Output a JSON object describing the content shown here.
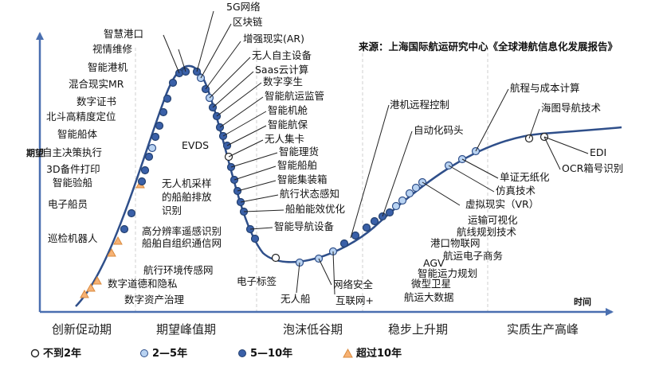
{
  "source": "来源：上海国际航运研究中心《全球港航信息化发展报告》",
  "axes": {
    "y_label": "期望",
    "x_label": "时间"
  },
  "phases": [
    "创新促动期",
    "期望峰值期",
    "泡沫低谷期",
    "稳步上升期",
    "实质生产高峰"
  ],
  "legend": [
    {
      "label": "不到2年",
      "symbol": "circle-white"
    },
    {
      "label": "2—5年",
      "symbol": "circle-light-blue"
    },
    {
      "label": "5—10年",
      "symbol": "circle-dark-blue"
    },
    {
      "label": "超过10年",
      "symbol": "triangle-orange"
    }
  ],
  "colors": {
    "curve": "#2f4f8a",
    "dark_blue": "#3a60a8",
    "light_blue": "#b9d3f2",
    "white": "#ffffff",
    "orange": "#f7b274",
    "axis": "#4a6fb0",
    "divider": "#cfcfcf"
  },
  "technologies": [
    "数字资产治理",
    "数字道德和隐私",
    "航行环境传感网",
    "巡检机器人",
    "船舶自组织通信网",
    "高分辨率遥感识别",
    "电子船员",
    "无人机采样的船舶排放识别",
    "智能验船",
    "3D备件打印",
    "自主决策执行",
    "智能船体",
    "北斗高精度定位",
    "数字证书",
    "混合现实MR",
    "智能港机",
    "视情维修",
    "智慧港口",
    "5G网络",
    "区块链",
    "增强现实(AR)",
    "无人自主设备",
    "Saas云计算",
    "数字孪生",
    "智能航运监管",
    "智能机舱",
    "智能航保",
    "EVDS",
    "无人集卡",
    "智能理货",
    "智能船舶",
    "智能集装箱",
    "航行状态感知",
    "船舶能效优化",
    "智能导航设备",
    "电子标签",
    "无人船",
    "互联网+",
    "网络安全",
    "航运大数据",
    "微型卫星",
    "智能运力规划",
    "AGV",
    "航运电子商务",
    "港口物联网",
    "航线规划技术",
    "运输可视化",
    "虚拟现实（VR）",
    "仿真技术",
    "单证无纸化",
    "自动化码头",
    "港机远程控制",
    "航程与成本计算",
    "海图导航技术",
    "EDI",
    "OCR箱号识别"
  ]
}
